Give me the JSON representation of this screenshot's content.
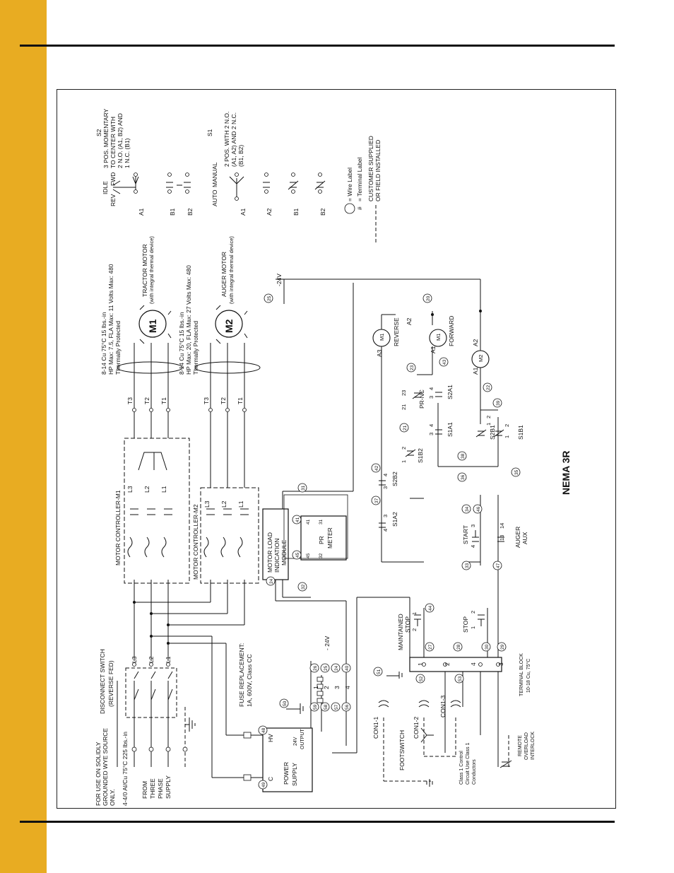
{
  "colors": {
    "accent": "#e8ac22",
    "ink": "#111111"
  },
  "diagram": {
    "notes": {
      "grounded_1": "FOR USE ON SOLIDLY",
      "grounded_2": "GROUNDED WYE SOURCE",
      "grounded_3": "ONLY.",
      "supply_wire": "4-4/0  Al/Cu  75°C  225 lbs.-in",
      "fuse_1": "FUSE REPLACEMENT:",
      "fuse_2": "1A, 600V, Class CC",
      "class1_1": "Class 1 Control",
      "class1_2": "Circuit Use Class 1",
      "class1_3": "Conductors",
      "title": "NEMA 3R"
    },
    "supply": {
      "l1": "FROM",
      "l2": "THREE",
      "l3": "PHASE",
      "l4": "SUPPLY"
    },
    "disconnect": {
      "l1": "DISCONNECT SWITCH",
      "l2": "(REVERSE FED)",
      "lines": [
        "L3",
        "L2",
        "L1"
      ]
    },
    "controllers": {
      "m1": "MOTOR CONTROLLER-M1",
      "m2": "MOTOR CONTROLLER-M2",
      "lines": [
        "L3",
        "L2",
        "L1"
      ],
      "terminals": [
        "T3",
        "T2",
        "T1"
      ]
    },
    "tractor_motor": {
      "symbol": "M1",
      "name": "TRACTOR MOTOR",
      "sub": "(with integral thermal device)",
      "spec_1": "8-14 Cu 75°C 15 lbs.-in",
      "spec_2": "HP Max: 7.5, FLA Max: 11 Volts Max: 480",
      "spec_3": "Thermally Protected"
    },
    "auger_motor": {
      "symbol": "M2",
      "name": "AUGER MOTOR",
      "sub": "(with integral thermal device)",
      "spec_1": "8-14 Cu 75°C 15 lbs.-in",
      "spec_2": "HP Max: 20, FLA Max: 27 Volts Max: 480",
      "spec_3": "Thermally Protected"
    },
    "load_module": {
      "l1": "MOTOR LOAD",
      "l2": "INDICATION",
      "l3": "MODULE"
    },
    "pr_meter": {
      "l1": "PR",
      "l2": "METER",
      "pins": [
        "41",
        "31",
        "45",
        "32"
      ]
    },
    "power_supply": {
      "l1": "POWER",
      "l2": "SUPPLY",
      "c": "C",
      "hv": "HV",
      "out_1": "24V",
      "out_2": "OUTPUT",
      "minus_24v": "- 24V"
    },
    "fuse_rows": [
      {
        "circle": "59",
        "n": "1",
        "wire": "26"
      },
      {
        "circle": "58",
        "n": "2",
        "wire": "25"
      },
      {
        "circle": "57",
        "n": "3",
        "wire": "24"
      },
      {
        "circle": "56",
        "n": "4",
        "wire": "40"
      }
    ],
    "connectors": [
      "CON1-1",
      "CON1-2",
      "CON1-3"
    ],
    "footswitch": "FOOTSWITCH",
    "remote_interlock": {
      "l1": "REMOTE",
      "l2": "OVERLOAD",
      "l3": "INTERLOCK"
    },
    "terminal_block": {
      "l1": "TERMINAL BLOCK",
      "l2": "10-18 Cu, 75°C",
      "nums": [
        "1",
        "2",
        "4",
        "3"
      ]
    },
    "stations": {
      "maintained_1": "MAINTAINED",
      "maintained_2": "STOP",
      "stop": "STOP",
      "start": "START",
      "auger_aux_1": "AUGER",
      "auger_aux_2": "AUX"
    },
    "contacts": {
      "s1a2": "S1A2",
      "s2b2": "S2B2",
      "s1b2": "S1B2",
      "s1a1": "S1A1",
      "s2b1": "S2B1",
      "s1b1": "S1B1",
      "prnc": "PR-NC",
      "s2a1": "S2A1",
      "reverse": "REVERSE",
      "forward": "FORWARD",
      "a1": "A1",
      "a2": "A2",
      "a3": "A3",
      "m1": "M1",
      "m2": "M2"
    },
    "pin_numbers": [
      "1",
      "2",
      "3",
      "4",
      "13",
      "14",
      "21",
      "23"
    ],
    "voltage_24": "-24V",
    "wire_labels": [
      "49",
      "48",
      "50",
      "51",
      "52",
      "53",
      "27",
      "28",
      "30",
      "29",
      "44",
      "33",
      "34",
      "46",
      "47",
      "24",
      "45",
      "41",
      "32",
      "31",
      "42",
      "37",
      "35",
      "36",
      "38",
      "21",
      "23",
      "43",
      "22",
      "39",
      "20",
      "25"
    ],
    "switch_s2": {
      "title": "S2",
      "d1": "3 POS. MOMENTARY",
      "d2": "TO CENTER WITH",
      "d3": "2 N.O. (A1, B2) AND",
      "d4": "1 N.C. (B1)",
      "idle": "IDLE",
      "rev": "REV",
      "fwd": "FWD",
      "poles": [
        "A1",
        "B1",
        "B2"
      ]
    },
    "switch_s1": {
      "title": "S1",
      "d1": "2 POS. WITH 2 N.O.",
      "d2": "(A1, A2) AND 2 N.C.",
      "d3": "(B1, B2)",
      "auto": "AUTO",
      "manual": "MANUAL",
      "poles": [
        "A1",
        "A2",
        "B1",
        "B2"
      ]
    },
    "legend": {
      "wire": "= Wire Label",
      "hash": "#",
      "terminal": "= Terminal Label",
      "customer_1": "CUSTOMER SUPPLIED",
      "customer_2": "OR FIELD INSTALLED"
    }
  }
}
